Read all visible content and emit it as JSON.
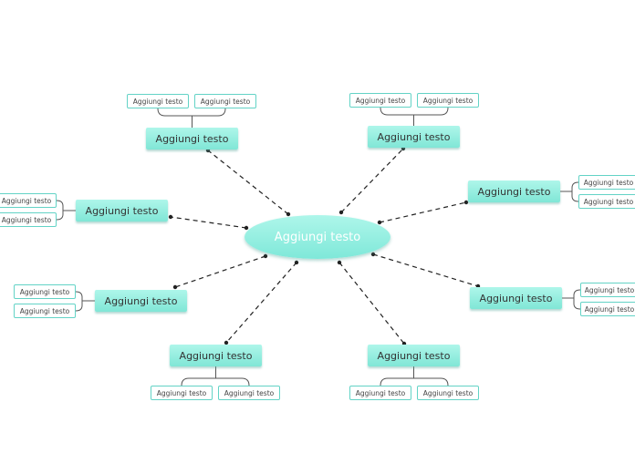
{
  "central": {
    "label": "Aggiungi testo"
  },
  "topics": [
    {
      "label": "Aggiungi testo",
      "subs": [
        "Aggiungi testo",
        "Aggiungi testo"
      ]
    },
    {
      "label": "Aggiungi testo",
      "subs": [
        "Aggiungi testo",
        "Aggiungi testo"
      ]
    },
    {
      "label": "Aggiungi testo",
      "subs": [
        "Aggiungi testo",
        "Aggiungi testo"
      ]
    },
    {
      "label": "Aggiungi testo",
      "subs": [
        "Aggiungi testo",
        "Aggiungi testo"
      ]
    },
    {
      "label": "Aggiungi testo",
      "subs": [
        "Aggiungi testo",
        "Aggiungi testo"
      ]
    },
    {
      "label": "Aggiungi testo",
      "subs": [
        "Aggiungi testo",
        "Aggiungi testo"
      ]
    },
    {
      "label": "Aggiungi testo",
      "subs": [
        "Aggiungi testo",
        "Aggiungi testo"
      ]
    },
    {
      "label": "Aggiungi testo",
      "subs": [
        "Aggiungi testo",
        "Aggiungi testo"
      ]
    }
  ],
  "colors": {
    "node_fill_top": "#aef6ea",
    "node_fill_bottom": "#80e6d6",
    "sub_border": "#63d3c6",
    "connector": "#222222",
    "bracket": "#555555"
  }
}
